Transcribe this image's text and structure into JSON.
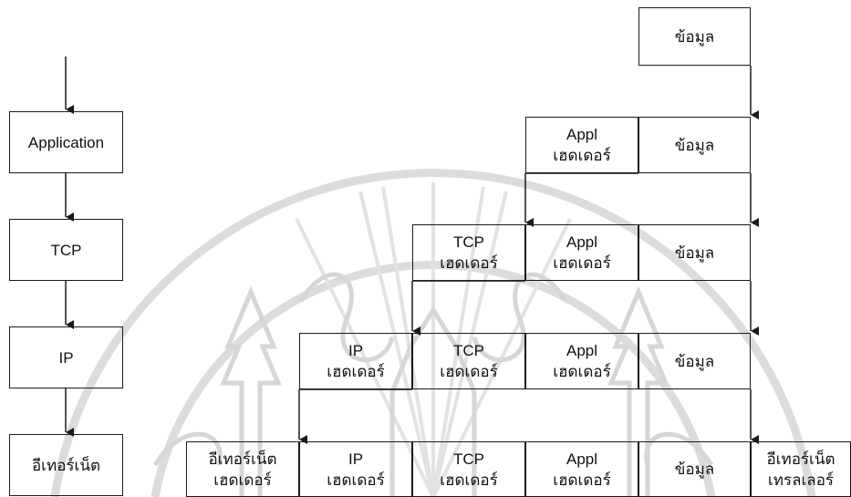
{
  "layers": [
    "Application",
    "TCP",
    "IP",
    "อีเทอร์เน็ต"
  ],
  "rows": [
    [
      {
        "lines": [
          "ข้อมูล"
        ]
      }
    ],
    [
      {
        "lines": [
          "Appl",
          "เฮดเดอร์"
        ]
      },
      {
        "lines": [
          "ข้อมูล"
        ]
      }
    ],
    [
      {
        "lines": [
          "TCP",
          "เฮดเดอร์"
        ]
      },
      {
        "lines": [
          "Appl",
          "เฮดเดอร์"
        ]
      },
      {
        "lines": [
          "ข้อมูล"
        ]
      }
    ],
    [
      {
        "lines": [
          "IP",
          "เฮดเดอร์"
        ]
      },
      {
        "lines": [
          "TCP",
          "เฮดเดอร์"
        ]
      },
      {
        "lines": [
          "Appl",
          "เฮดเดอร์"
        ]
      },
      {
        "lines": [
          "ข้อมูล"
        ]
      }
    ],
    [
      {
        "lines": [
          "อีเทอร์เน็ต",
          "เฮดเดอร์"
        ]
      },
      {
        "lines": [
          "IP",
          "เฮดเดอร์"
        ]
      },
      {
        "lines": [
          "TCP",
          "เฮดเดอร์"
        ]
      },
      {
        "lines": [
          "Appl",
          "เฮดเดอร์"
        ]
      },
      {
        "lines": [
          "ข้อมูล"
        ]
      },
      {
        "lines": [
          "อีเทอร์เน็ต",
          "เทรลเลอร์"
        ]
      }
    ]
  ],
  "colors": {
    "line": "#1a1a1a",
    "watermark": "#d8d8d8"
  },
  "watermark_icon": "university-seal"
}
